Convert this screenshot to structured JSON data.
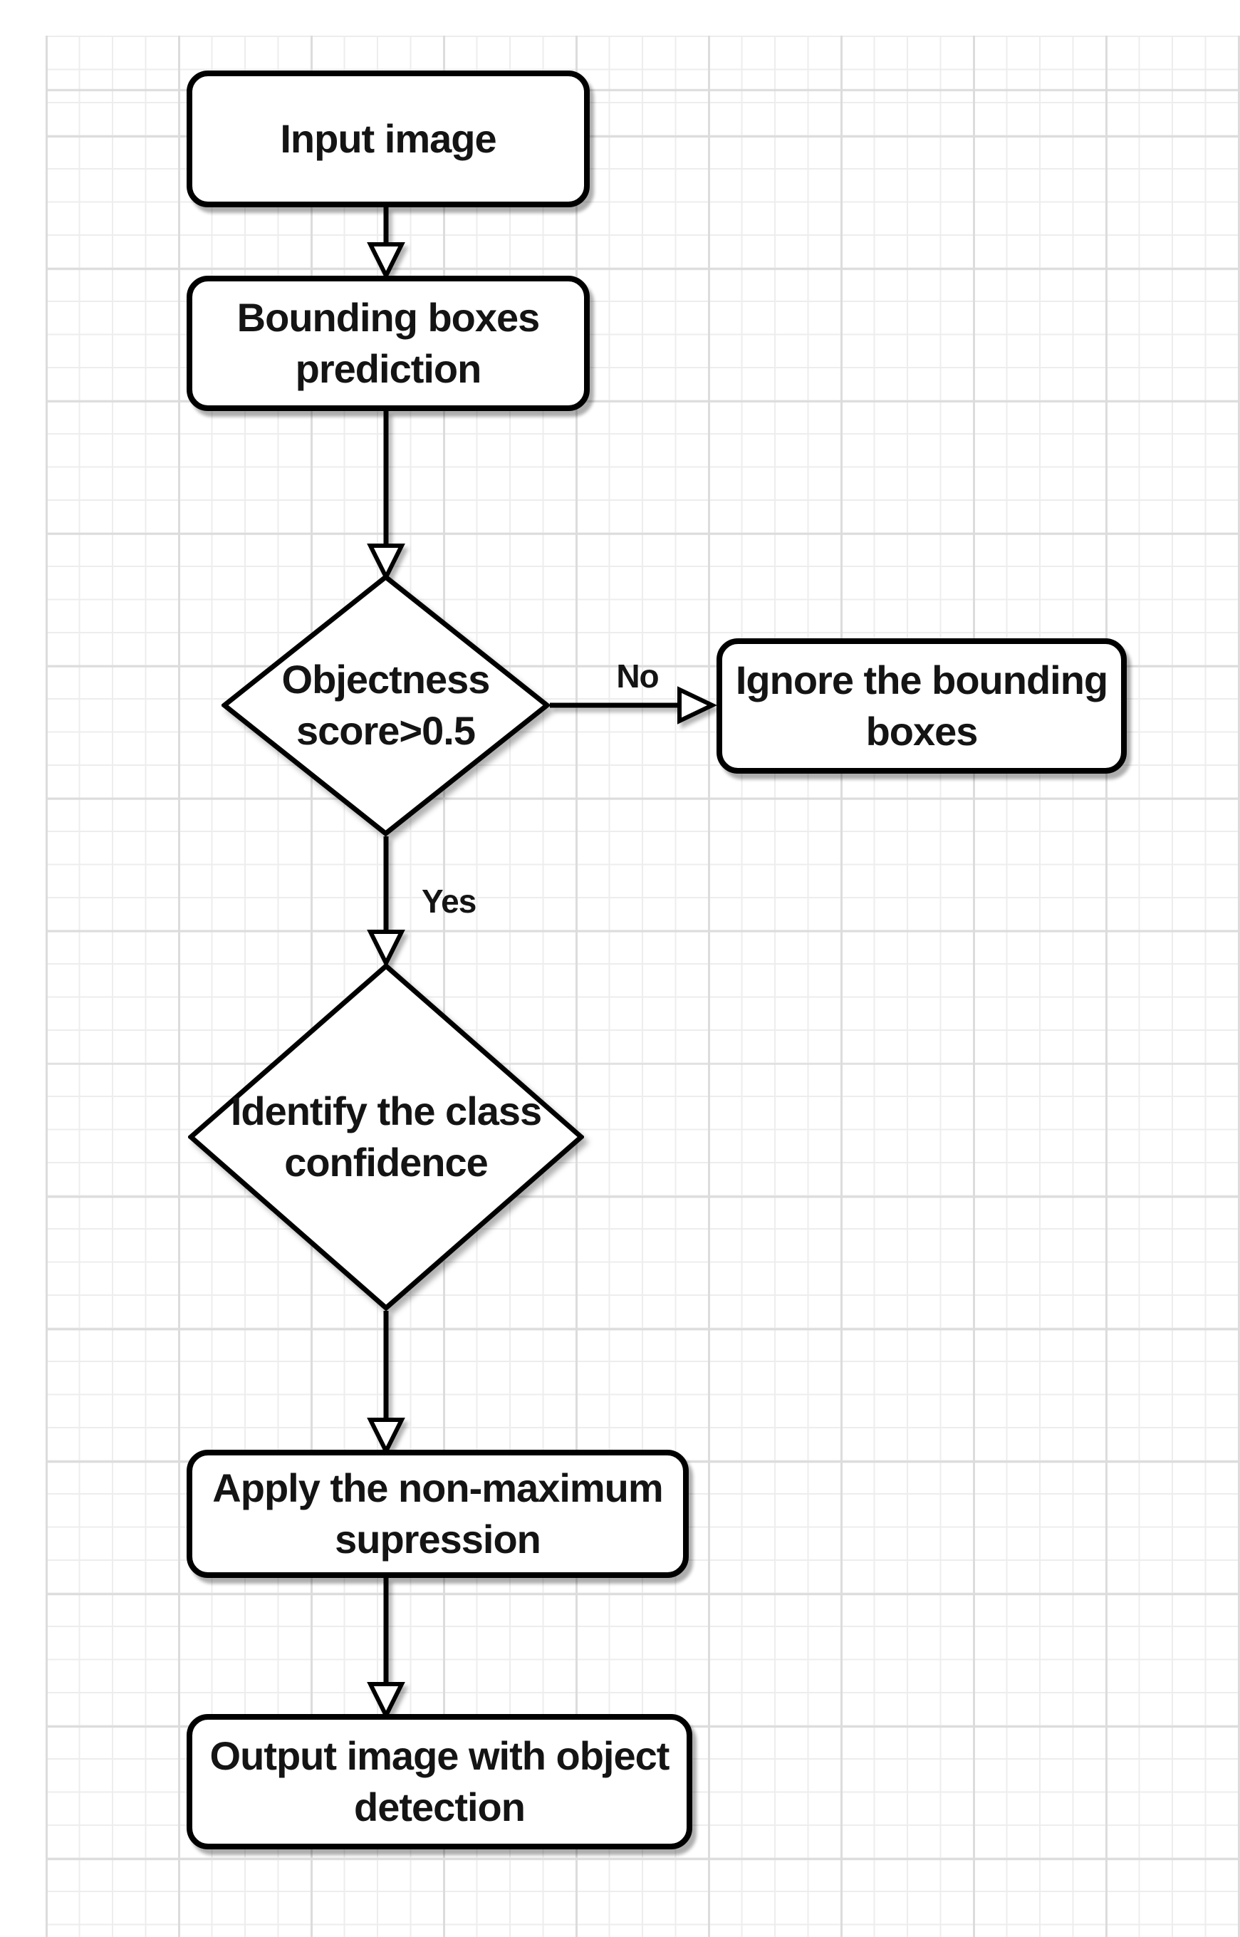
{
  "diagram": {
    "type": "flowchart",
    "title": "Object detection flowchart",
    "nodes": [
      {
        "id": "input-image",
        "shape": "rounded-rectangle",
        "label": "Input image"
      },
      {
        "id": "bounding-boxes-prediction",
        "shape": "rounded-rectangle",
        "label": "Bounding boxes\nprediction"
      },
      {
        "id": "objectness-score",
        "shape": "diamond",
        "label": "Objectness\nscore>0.5"
      },
      {
        "id": "ignore-bounding-boxes",
        "shape": "rounded-rectangle",
        "label": "Ignore the bounding\nboxes"
      },
      {
        "id": "identify-class-confidence",
        "shape": "diamond",
        "label": "Identify the class\nconfidence"
      },
      {
        "id": "non-maximum-supression",
        "shape": "rounded-rectangle",
        "label": "Apply the non-maximum\nsupression"
      },
      {
        "id": "output-image",
        "shape": "rounded-rectangle",
        "label": "Output image with object\ndetection"
      }
    ],
    "edges": [
      {
        "from": "input-image",
        "to": "bounding-boxes-prediction",
        "label": ""
      },
      {
        "from": "bounding-boxes-prediction",
        "to": "objectness-score",
        "label": ""
      },
      {
        "from": "objectness-score",
        "to": "ignore-bounding-boxes",
        "label": "No"
      },
      {
        "from": "objectness-score",
        "to": "identify-class-confidence",
        "label": "Yes"
      },
      {
        "from": "identify-class-confidence",
        "to": "non-maximum-supression",
        "label": ""
      },
      {
        "from": "non-maximum-supression",
        "to": "output-image",
        "label": ""
      }
    ],
    "colors": {
      "background": "#ffffff",
      "shape_fill": "#ffffff",
      "shape_stroke": "#000000",
      "text": "#141414",
      "grid_minor": "#ededed",
      "grid_major": "#dcdcdc"
    }
  }
}
